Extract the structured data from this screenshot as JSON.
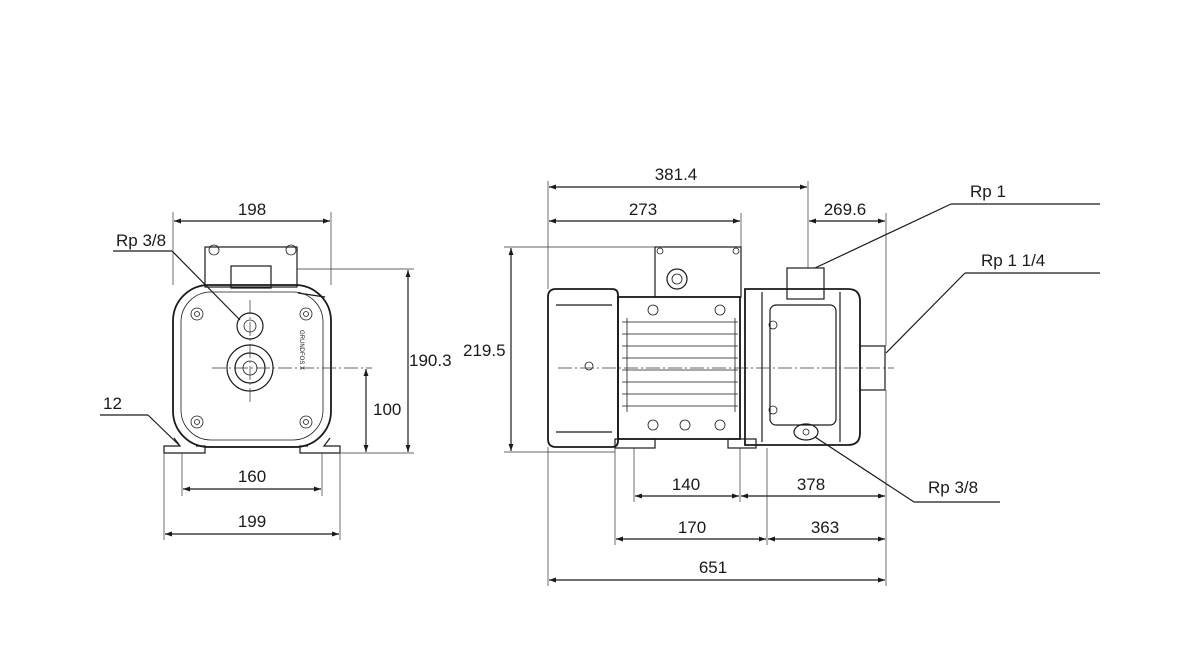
{
  "drawing": {
    "front_view": {
      "dim_width_top": "198",
      "label_drain_plug": "Rp 3/8",
      "dim_height_total": "190.3",
      "dim_center_height": "100",
      "dim_foot_thickness": "12",
      "dim_foot_hole_spacing": "160",
      "dim_foot_width": "199",
      "logo_text": "GRUNDFOS X"
    },
    "side_view": {
      "dim_overall_top": "381.4",
      "dim_motor_top": "273",
      "dim_outlet_offset": "269.6",
      "label_outlet": "Rp 1",
      "label_inlet": "Rp 1 1/4",
      "label_drain": "Rp 3/8",
      "dim_height": "219.5",
      "dim_foot_a": "140",
      "dim_pump_a": "378",
      "dim_foot_b": "170",
      "dim_pump_b": "363",
      "dim_overall_length": "651"
    }
  }
}
